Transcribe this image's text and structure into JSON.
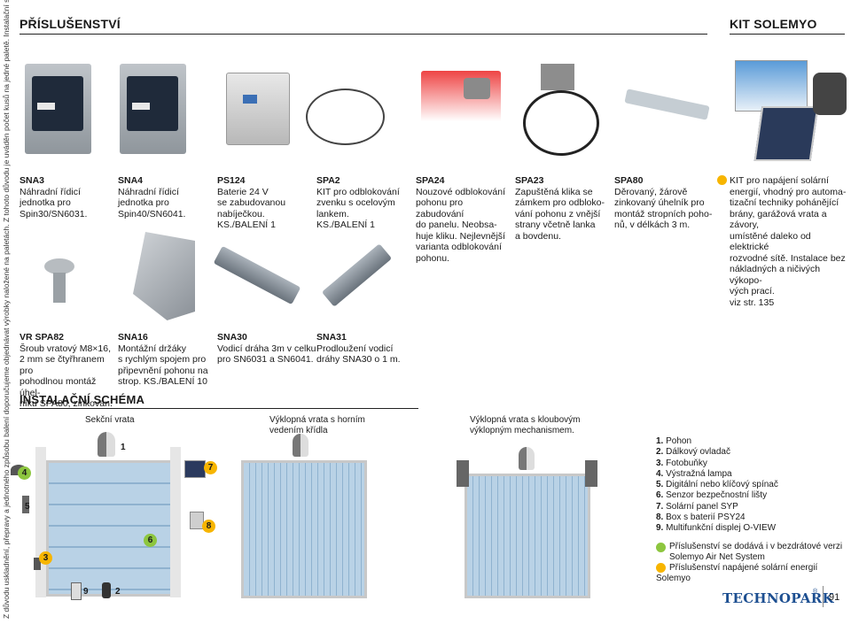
{
  "side_note": "Z důvodu uskladnění, přepravy a jednotného způsobu balení doporučujeme objednávat výrobky naložené na paletách. Z tohoto důvodu je uváděn počet kusů na jedné paletě. Instalační schéma má pouze informativní ráz.",
  "sections": {
    "accessories": "PŘÍSLUŠENSTVÍ",
    "kit": "KIT SOLEMYO",
    "install": "INSTALAČNÍ SCHÉMA"
  },
  "products_top": [
    {
      "code": "SNA3",
      "desc": "Náhradní řídicí\njednotka pro\nSpin30/SN6031."
    },
    {
      "code": "SNA4",
      "desc": "Náhradní řídicí\njednotka pro\nSpin40/SN6041."
    },
    {
      "code": "PS124",
      "desc": "Baterie 24 V\nse zabudovanou\nnabíječkou.\nKS./BALENÍ 1"
    },
    {
      "code": "SPA2",
      "desc": "KIT pro odblokování\nzvenku s ocelovým\nlankem.\nKS./BALENÍ 1"
    },
    {
      "code": "SPA24",
      "desc": "Nouzové odblokování\npohonu pro zabudování\ndo panelu. Neobsa-\nhuje kliku. Nejlevnější\nvarianta odblokování\npohonu."
    },
    {
      "code": "SPA23",
      "desc": "Zapuštěná klika se\nzámkem pro odbloko-\nvání pohonu z vnější\nstrany včetně lanka\na bovdenu."
    },
    {
      "code": "SPA80",
      "desc": "Děrovaný, žárově\nzinkovaný úhelník pro\nmontáž stropních poho-\nnů, v délkách 3 m."
    }
  ],
  "kit_desc": "KIT pro napájení solární\nenergií, vhodný pro automa-\ntizační techniky pohánějící\nbrány, garážová vrata a závory,\numístěné daleko od elektrické\nrozvodné sítě. Instalace bez\nnákladných a ničivých výkopo-\nvých prací.\nviz str. 135",
  "products_mid": [
    {
      "code": "VR SPA82",
      "desc": "Šroub vratový M8×16,\n2 mm se čtyřhranem pro\npohodlnou montáž úhel-\nníku SPA80, zinkován."
    },
    {
      "code": "SNA16",
      "desc": "Montážní držáky\ns rychlým spojem pro\npřipevnění pohonu na\nstrop. KS./BALENÍ 10"
    },
    {
      "code": "SNA30",
      "desc": "Vodicí dráha 3m v celku\npro SN6031 a SN6041."
    },
    {
      "code": "SNA31",
      "desc": "Prodloužení vodicí\ndráhy SNA30 o 1 m."
    }
  ],
  "diagram": {
    "gate1": "Sekční vrata",
    "gate2": "Výklopná vrata s horním\nvedením křídla",
    "gate3": "Výklopná vrata s kloubovým\nvýklopným mechanismem.",
    "numbers": [
      "1",
      "2",
      "3",
      "4",
      "5",
      "6",
      "7",
      "8",
      "9"
    ]
  },
  "legend": [
    {
      "n": "1.",
      "t": "Pohon"
    },
    {
      "n": "2.",
      "t": "Dálkový ovladač"
    },
    {
      "n": "3.",
      "t": "Fotobuňky"
    },
    {
      "n": "4.",
      "t": "Výstražná lampa"
    },
    {
      "n": "5.",
      "t": "Digitální nebo klíčový spínač"
    },
    {
      "n": "6.",
      "t": "Senzor bezpečnostní lišty"
    },
    {
      "n": "7.",
      "t": "Solární panel SYP"
    },
    {
      "n": "8.",
      "t": "Box s baterií PSY24"
    },
    {
      "n": "9.",
      "t": "Multifunkční displej O-VIEW"
    }
  ],
  "legend_notes": [
    {
      "color": "#8dc63f",
      "text": "Příslušenství se dodává i v bezdrátové verzi\nSolemyo Air Net System"
    },
    {
      "color": "#f7b500",
      "text": "Příslušenství napájené solární energií Solemyo"
    }
  ],
  "brand": "TECHNOPARK",
  "page_number": "91",
  "colors": {
    "accent_orange": "#f7b500",
    "accent_green": "#8dc63f",
    "brand_blue": "#1d4f91",
    "gate_blue": "#a9c6df"
  }
}
